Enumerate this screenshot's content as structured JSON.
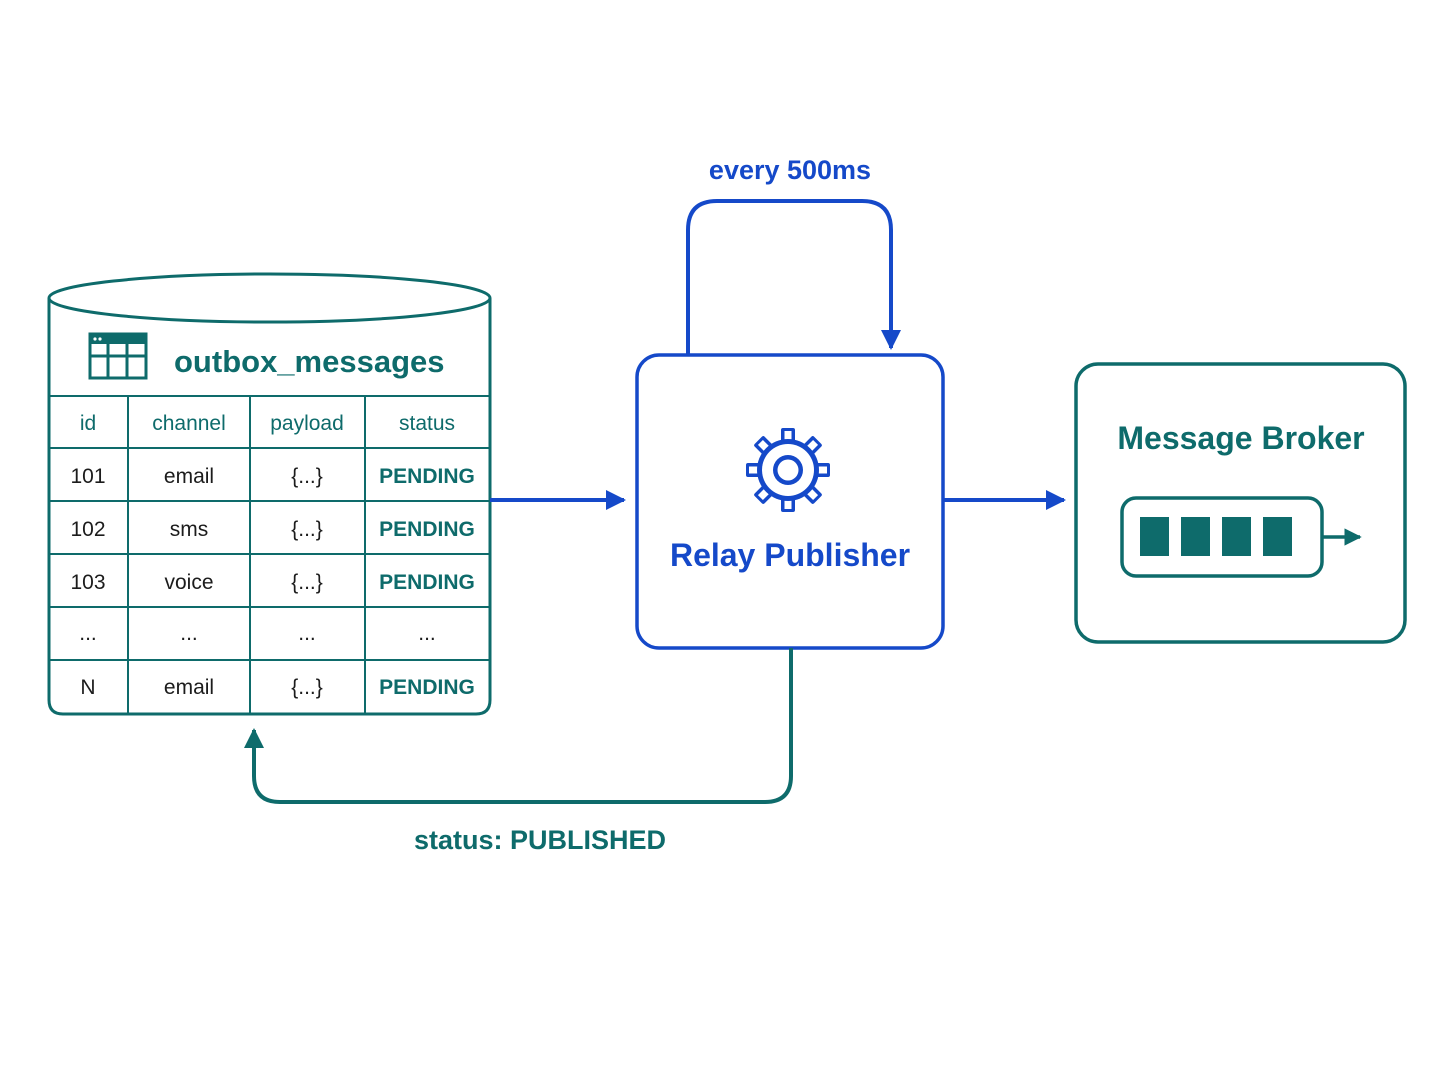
{
  "colors": {
    "teal": "#0e6b6b",
    "blue": "#1549c9",
    "text_dark": "#1c1c1c",
    "background": "#ffffff"
  },
  "outbox": {
    "title": "outbox_messages",
    "icon": "table-icon",
    "columns": [
      "id",
      "channel",
      "payload",
      "status"
    ],
    "rows": [
      [
        "101",
        "email",
        "{...}",
        "PENDING"
      ],
      [
        "102",
        "sms",
        "{...}",
        "PENDING"
      ],
      [
        "103",
        "voice",
        "{...}",
        "PENDING"
      ],
      [
        "...",
        "...",
        "...",
        "..."
      ],
      [
        "N",
        "email",
        "{...}",
        "PENDING"
      ]
    ]
  },
  "relay": {
    "title": "Relay Publisher",
    "icon": "gear-icon",
    "loop_label": "every 500ms"
  },
  "broker": {
    "title": "Message Broker",
    "icon": "queue-icon"
  },
  "feedback": {
    "label": "status: PUBLISHED"
  }
}
